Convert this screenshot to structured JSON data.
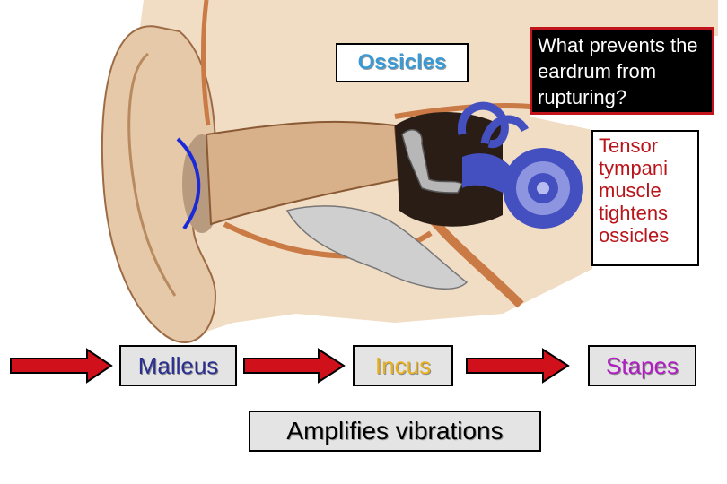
{
  "labels": {
    "ossicles": "Ossicles",
    "question": "What prevents the eardrum from rupturing?",
    "answer": "Tensor tympani muscle tightens ossicles",
    "malleus": "Malleus",
    "incus": "Incus",
    "stapes": "Stapes",
    "amplifies": "Amplifies vibrations"
  },
  "colors": {
    "ossicles_text": "#3a9ad6",
    "question_bg": "#000000",
    "question_border": "#c2141b",
    "answer_text": "#b8141a",
    "malleus_text": "#2b2f8f",
    "incus_text": "#e8b01c",
    "stapes_text": "#b21cc4",
    "arrow_fill": "#d0101a",
    "cochlea": "#4450c0",
    "eardrum_line": "#1a2ad8"
  }
}
